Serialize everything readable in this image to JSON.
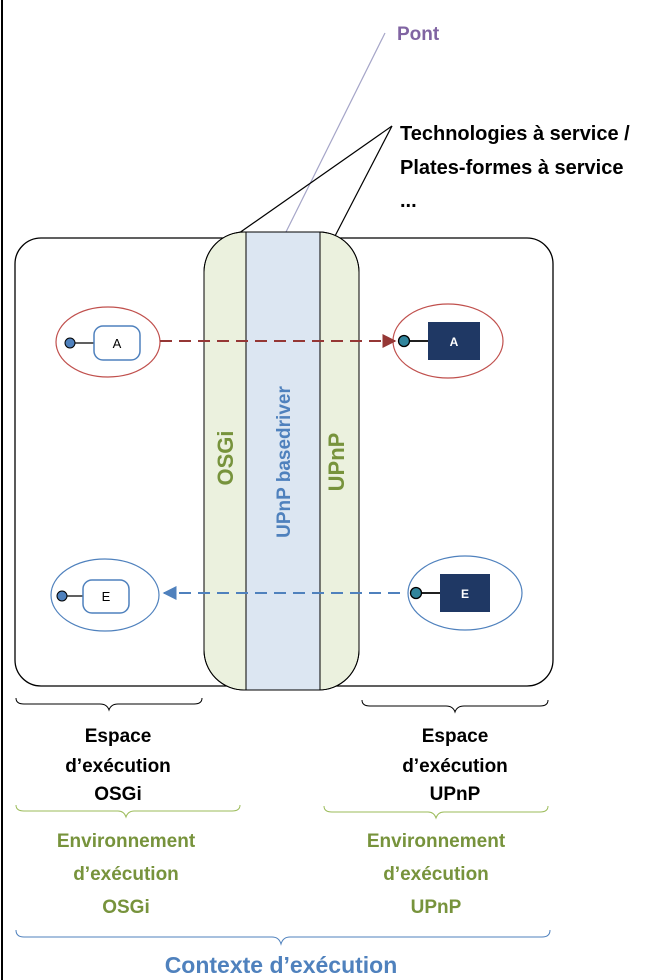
{
  "labels": {
    "pont": "Pont",
    "technologies_line1": "Technologies à service /",
    "technologies_line2": "Plates-formes à service",
    "technologies_line3": "...",
    "band_osgi": "OSGi",
    "band_basedriver": "UPnP basedriver",
    "band_upnp": "UPnP",
    "service_a_left": "A",
    "service_a_right": "A",
    "service_e_left": "E",
    "service_e_right": "E",
    "espace_osgi_line1": "Espace",
    "espace_osgi_line2": "d’exécution",
    "espace_osgi_line3": "OSGi",
    "espace_upnp_line1": "Espace",
    "espace_upnp_line2": "d’exécution",
    "espace_upnp_line3": "UPnP",
    "env_osgi_line1": "Environnement",
    "env_osgi_line2": "d’exécution",
    "env_osgi_line3": "OSGi",
    "env_upnp_line1": "Environnement",
    "env_upnp_line2": "d’exécution",
    "env_upnp_line3": "UPnP",
    "contexte": "Contexte d’exécution"
  },
  "colors": {
    "pont_text": "#8064a2",
    "band_green_fill": "#ebf1de",
    "band_blue_fill": "#dce6f2",
    "osgi_text": "#77933c",
    "basedriver_text": "#4f81bd",
    "arrow_red": "#953735",
    "arrow_blue": "#4f81bd",
    "dark_box": "#1f3864",
    "teal_dot": "#31859c",
    "env_text": "#77933c",
    "contexte_text": "#4f81bd"
  }
}
